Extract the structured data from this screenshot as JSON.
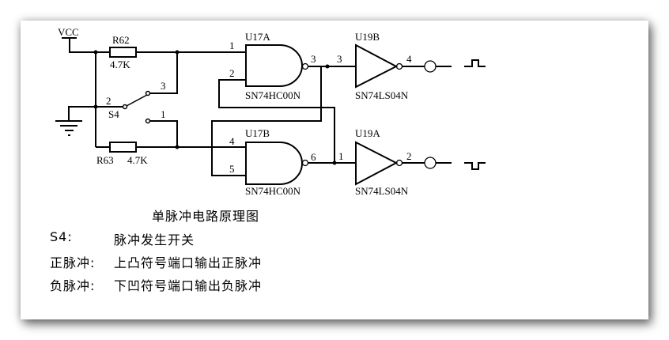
{
  "schematic": {
    "power_label": "VCC",
    "resistors": [
      {
        "ref": "R62",
        "value": "4.7K"
      },
      {
        "ref": "R63",
        "value": "4.7K"
      }
    ],
    "switch": {
      "ref": "S4",
      "pins": [
        "1",
        "2",
        "3"
      ]
    },
    "gates": [
      {
        "ref": "U17A",
        "part": "SN74HC00N",
        "type": "NAND",
        "input_pins": [
          "1",
          "2"
        ],
        "output_pin": "3"
      },
      {
        "ref": "U17B",
        "part": "SN74HC00N",
        "type": "NAND",
        "input_pins": [
          "4",
          "5"
        ],
        "output_pin": "6"
      },
      {
        "ref": "U19B",
        "part": "SN74LS04N",
        "type": "NOT",
        "input_pin": "3",
        "output_pin": "4"
      },
      {
        "ref": "U19A",
        "part": "SN74LS04N",
        "type": "NOT",
        "input_pin": "1",
        "output_pin": "2"
      }
    ],
    "outputs": [
      {
        "name": "positive-pulse-output",
        "pulse": "positive"
      },
      {
        "name": "negative-pulse-output",
        "pulse": "negative"
      }
    ]
  },
  "caption": {
    "title": "单脉冲电路原理图",
    "lines": [
      {
        "key": "S4:",
        "value": "脉冲发生开关"
      },
      {
        "key": "正脉冲:",
        "value": "上凸符号端口输出正脉冲"
      },
      {
        "key": "负脉冲:",
        "value": "下凹符号端口输出负脉冲"
      }
    ]
  }
}
